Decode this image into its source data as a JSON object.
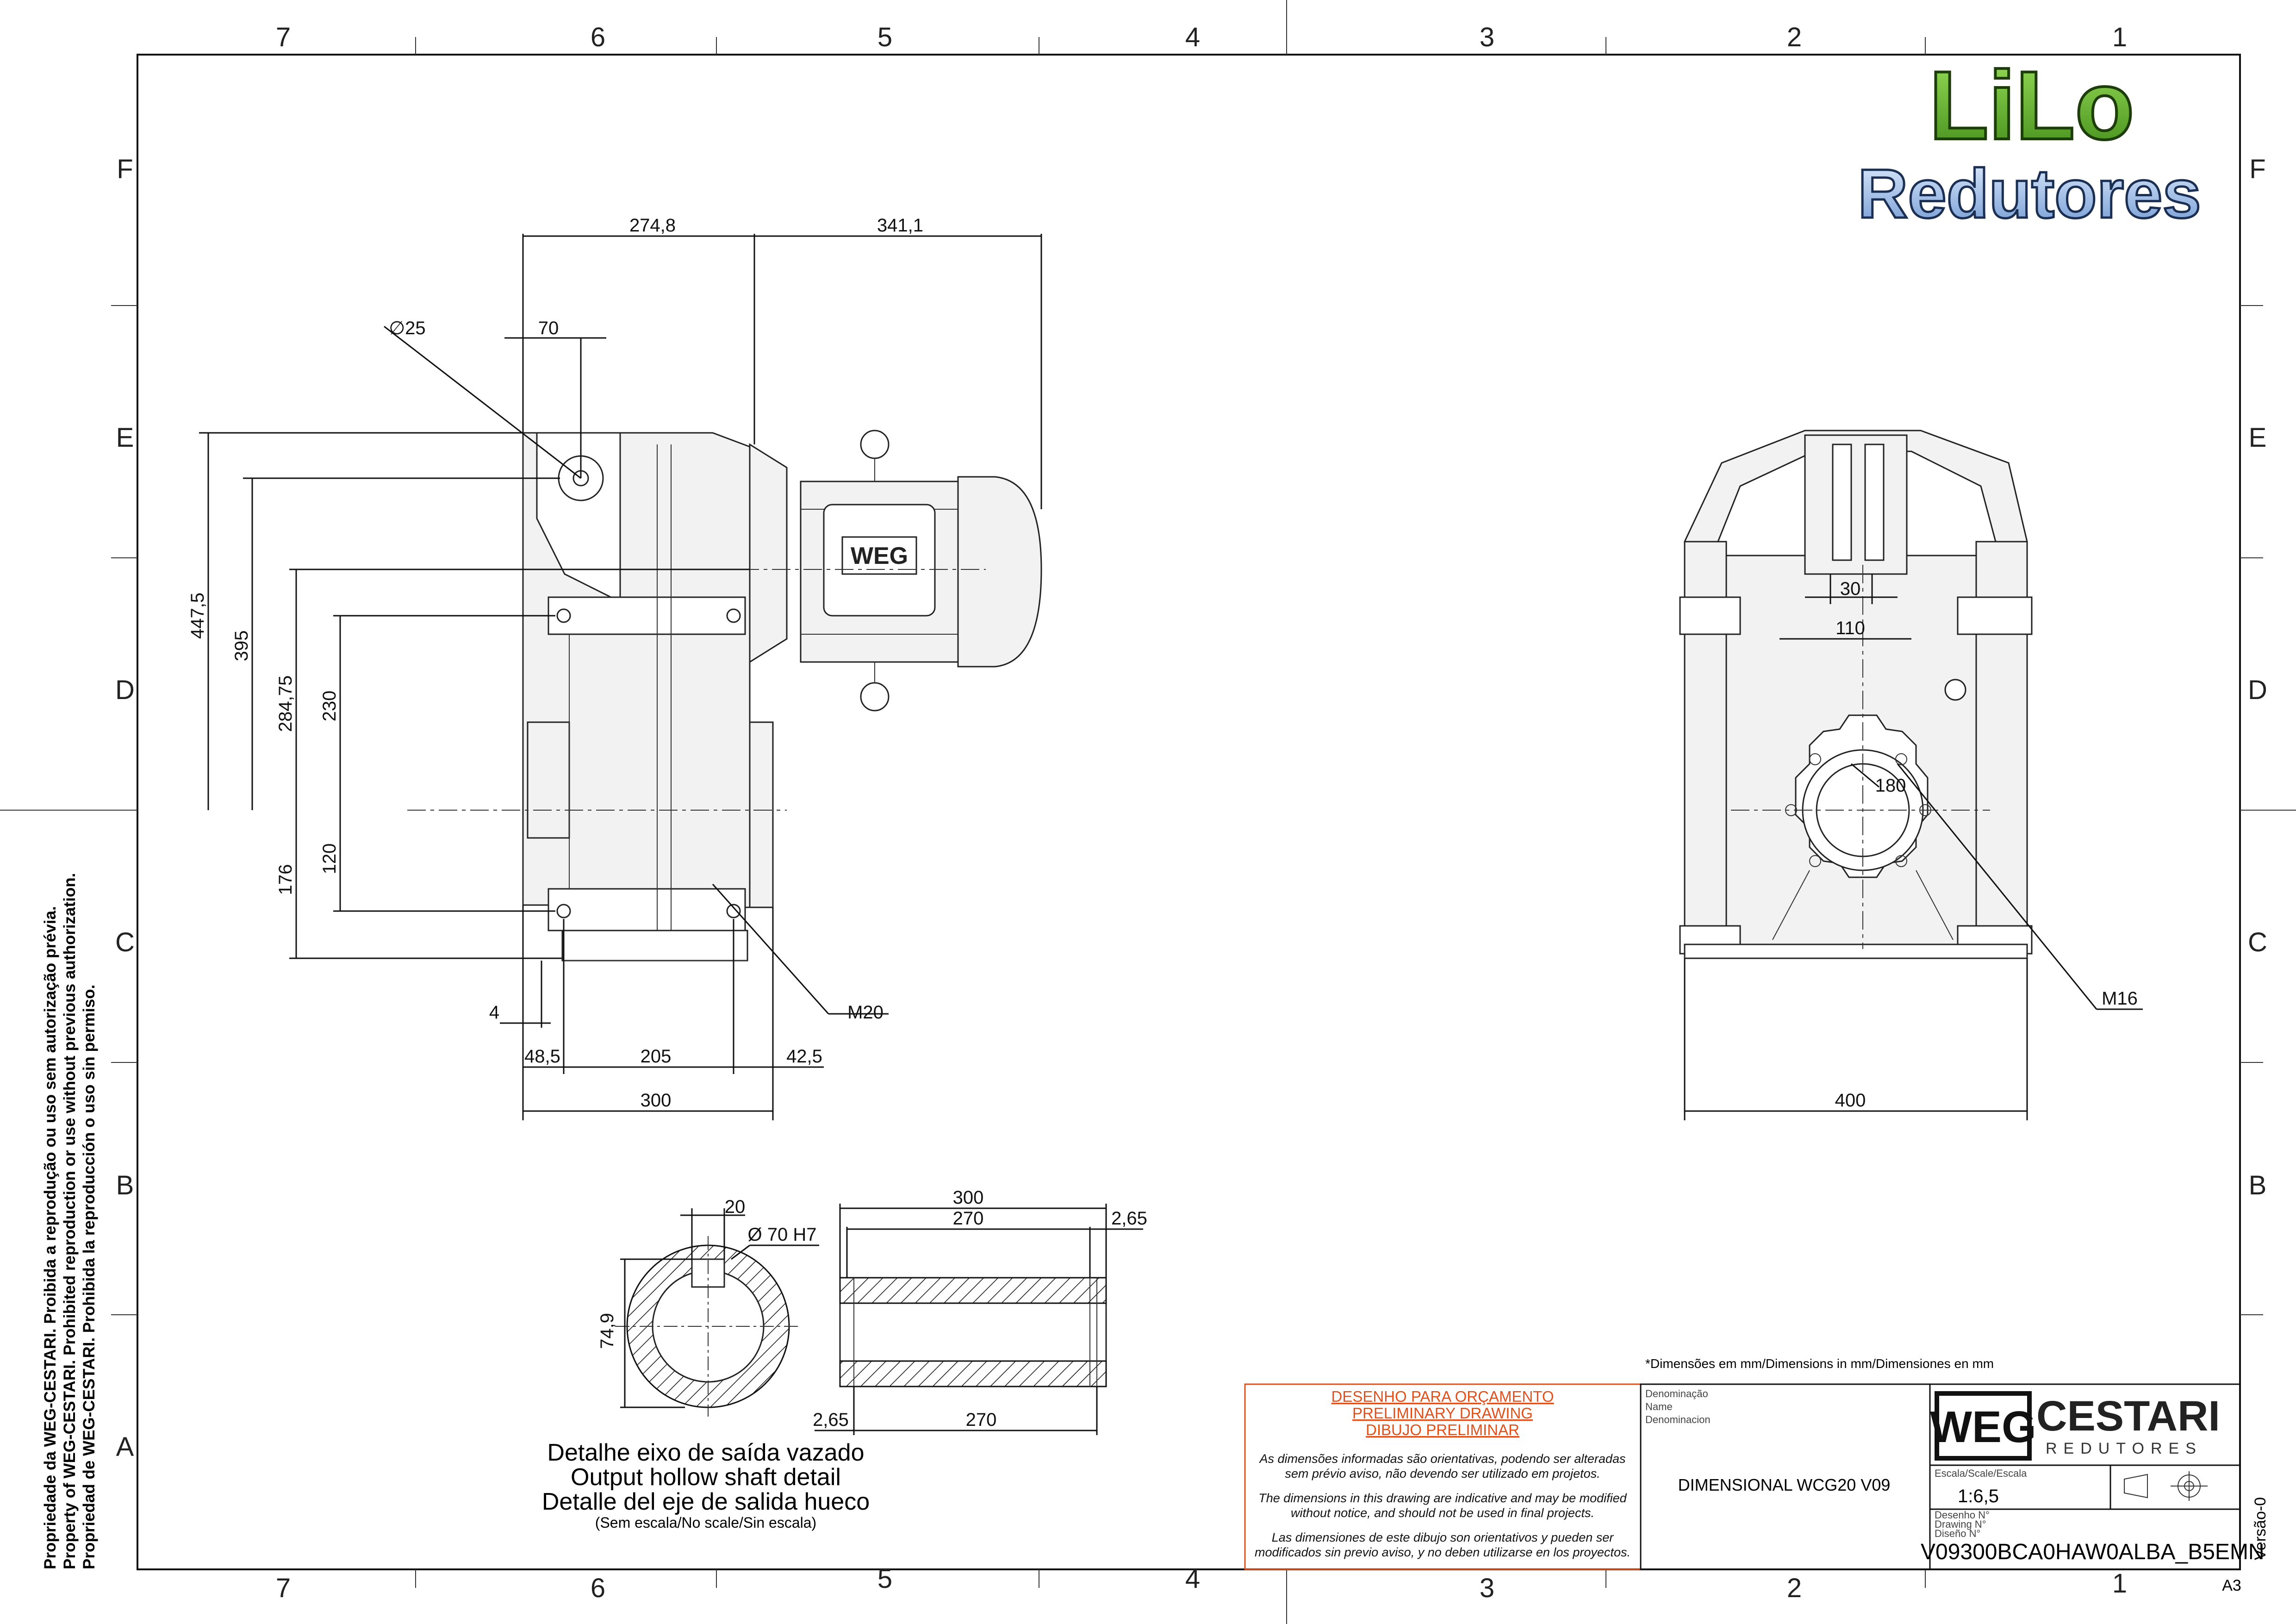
{
  "brand": {
    "logo_line1": "LiLo",
    "logo_line2": "Redutores",
    "green": "#5aa02c",
    "blue": "#8fb6e6"
  },
  "grid": {
    "columns": [
      "7",
      "6",
      "5",
      "4",
      "3",
      "2",
      "1"
    ],
    "rows": [
      "F",
      "E",
      "D",
      "C",
      "B",
      "A"
    ]
  },
  "side_view": {
    "top_dims": [
      "274,8",
      "341,1"
    ],
    "bore_label": "∅25",
    "d70": "70",
    "left_dims": [
      "447,5",
      "395",
      "284,75",
      "230",
      "176",
      "120"
    ],
    "bottom_dims": [
      "4",
      "48,5",
      "205",
      "42,5",
      "300"
    ],
    "thread": "M20"
  },
  "front_view": {
    "dims": [
      "30",
      "110",
      "180",
      "400"
    ],
    "thread": "M16"
  },
  "shaft_detail": {
    "key_width": "20",
    "bore": "Ø 70 H7",
    "key_depth": "74,9",
    "overall": "300",
    "inner": "270",
    "right_groove": "2,65",
    "bottom_groove": "2,65",
    "bottom_len": "270",
    "title_pt": "Detalhe eixo de saída vazado",
    "title_en": "Output hollow shaft detail",
    "title_es": "Detalle del eje de salida hueco",
    "scale_note": "(Sem escala/No scale/Sin escala)"
  },
  "units_note": "*Dimensões em mm/Dimensions in mm/Dimensiones en mm",
  "disclaimer": {
    "line1": "DESENHO PARA ORÇAMENTO",
    "line2": "PRELIMINARY DRAWING",
    "line3": "DIBUJO PRELIMINAR",
    "pt1": "As dimensões informadas são orientativas, podendo ser alteradas",
    "pt2": "sem prévio aviso, não devendo ser utilizado em projetos.",
    "en1": "The dimensions in this drawing are indicative and may be modified",
    "en2": "without notice, and should not be used in final projects.",
    "es1": "Las dimensiones de este dibujo son orientativos y pueden ser",
    "es2": "modificados sin previo aviso, y no deben utilizarse en los proyectos."
  },
  "title_block": {
    "denom_pt": "Denominação",
    "denom_en": "Name",
    "denom_es": "Denominacion",
    "name": "DIMENSIONAL WCG20 V09",
    "weg": "WEG",
    "cestari": "CESTARI",
    "redutores": "REDUTORES",
    "scale_label": "Escala/Scale/Escala",
    "scale": "1:6,5",
    "drawing_pt": "Desenho N°",
    "drawing_en": "Drawing N°",
    "drawing_es": "Diseño N°",
    "drawing_no": "V09300BCA0HAW0ALBA_B5EMN",
    "version": "Versão-0",
    "format": "A3"
  },
  "side_text": {
    "pt": "Propriedade da WEG-CESTARI. Proibida a reprodução ou uso sem autorização prévia.",
    "en": "Property of WEG-CESTARI. Prohibited reproduction or use without previous authorization.",
    "es": "Propriedad de WEG-CESTARI. Prohibida la reproducción o uso sin permiso."
  }
}
